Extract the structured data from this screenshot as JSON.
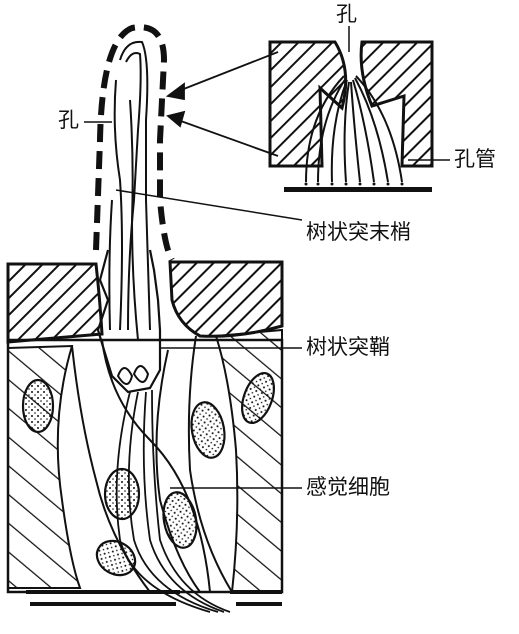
{
  "labels": {
    "pore_top": "孔",
    "pore_left": "孔",
    "pore_tube": "孔管",
    "dendrite_tip": "树状突末梢",
    "dendrite_sheath": "树状突鞘",
    "sensory_cell": "感觉细胞"
  },
  "colors": {
    "ink": "#111111",
    "paper": "#ffffff"
  }
}
